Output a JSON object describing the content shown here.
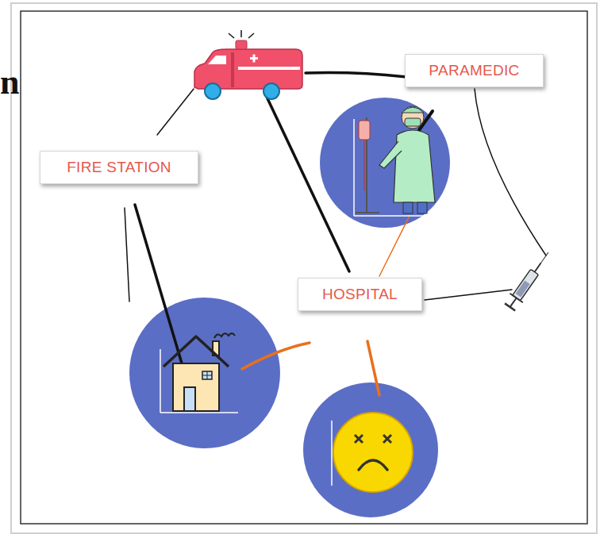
{
  "diagram": {
    "nodes": [
      {
        "text": [
          "PARAMEDIC"
        ]
      },
      {
        "text": [
          "FIRE STATION"
        ]
      },
      {
        "text": [
          "HOSPITAL"
        ]
      }
    ],
    "labels": [
      "n"
    ]
  }
}
